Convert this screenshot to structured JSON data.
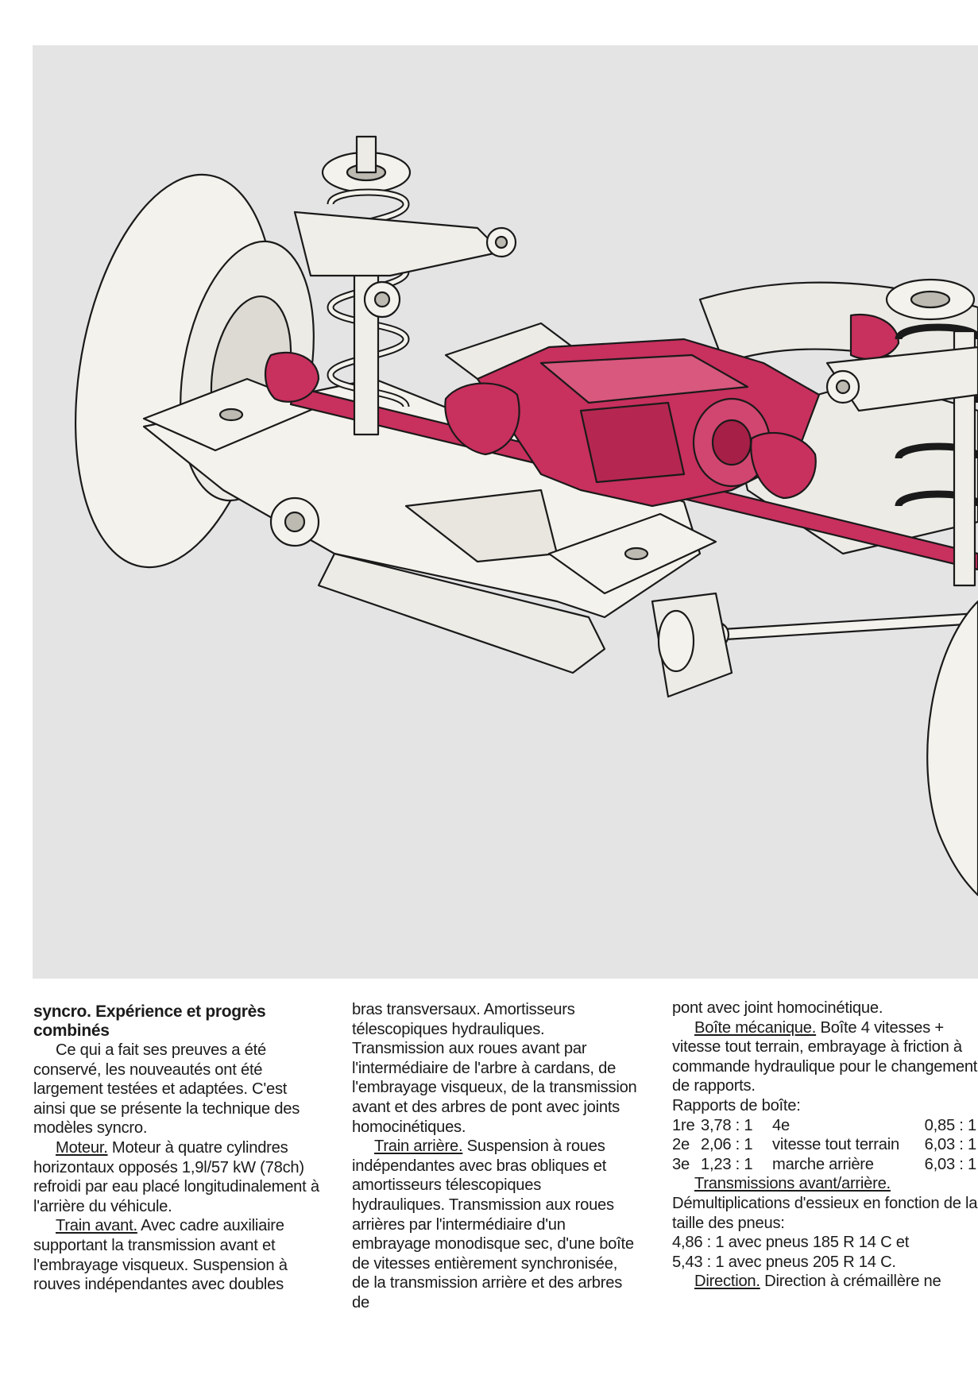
{
  "illustration": {
    "subject": "syncro chassis cutaway",
    "colors": {
      "background": "#e4e4e4",
      "highlight": "#c8305e",
      "line": "#1a1a1a",
      "part": "#f4f2ec"
    }
  },
  "col1": {
    "heading": "syncro. Expérience et progrès combinés",
    "intro": "Ce qui a fait ses preuves a été conservé, les nouveautés ont été largement testées et adaptées. C'est ainsi que se présente la technique des modèles syncro.",
    "moteur_label": "Moteur.",
    "moteur_text": " Moteur à quatre cylindres horizontaux opposés 1,9l/57 kW (78ch) refroidi par eau placé longitudinalement à l'arrière du véhicule.",
    "train_avant_label": "Train avant.",
    "train_avant_text": " Avec cadre auxiliaire supportant la transmission avant et l'embrayage visqueux. Suspension à rouves indépendantes avec doubles"
  },
  "col2": {
    "text1": "bras transversaux. Amortisseurs télescopiques hydrauliques. Transmission aux roues avant par l'intermédiaire de l'arbre à cardans, de l'embrayage visqueux, de la transmission avant et des arbres de pont avec joints homocinétiques.",
    "train_arriere_label": "Train arrière.",
    "train_arriere_text": " Suspension à roues indépendantes avec bras obliques et amortisseurs télescopiques hydrauliques. Transmission aux roues arrières par l'intermédiaire d'un embrayage monodisque sec, d'une boîte de vitesses entièrement synchronisée, de la transmission arrière et des arbres de"
  },
  "col3": {
    "text1": "pont avec joint homocinétique.",
    "boite_label": "Boîte mécanique.",
    "boite_text": " Boîte 4 vitesses + vitesse tout terrain, embrayage à friction à commande hydraulique pour le changement de rapports.",
    "rapports_title": "Rapports de boîte:",
    "rapports": [
      [
        "1re",
        "3,78 : 1",
        "4e",
        "0,85 : 1"
      ],
      [
        "2e",
        "2,06 : 1",
        "vitesse tout terrain",
        "6,03 : 1"
      ],
      [
        "3e",
        "1,23 : 1",
        "marche arrière",
        "6,03 : 1"
      ]
    ],
    "transmissions_label": "Transmissions avant/arrière.",
    "transmissions_text": "Démultiplications d'essieux en fonction de la taille des pneus:",
    "pneus1": "4,86 : 1 avec pneus 185 R 14 C et",
    "pneus2": "5,43 : 1 avec pneus 205 R 14 C.",
    "direction_label": "Direction.",
    "direction_text": " Direction à crémaillère ne"
  }
}
